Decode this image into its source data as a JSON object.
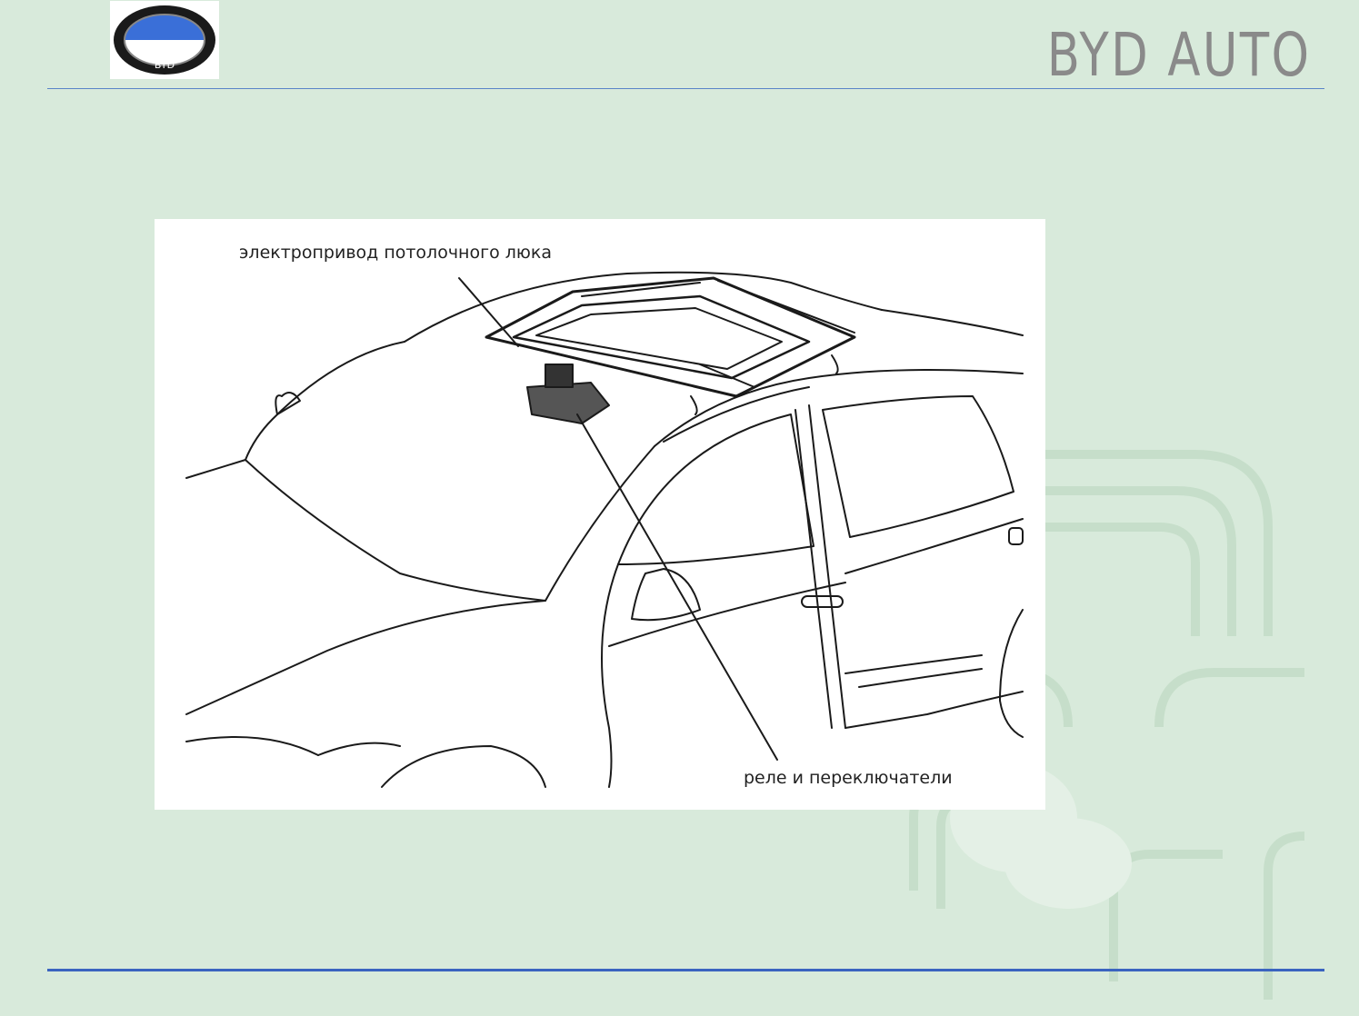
{
  "header": {
    "logo_text": "BYD",
    "brand_title": "BYD AUTO"
  },
  "figure": {
    "label_motor": "электропривод потолочного люка",
    "label_relay": "реле и переключатели"
  },
  "colors": {
    "background": "#d8eadb",
    "rule": "#3a64c0",
    "brand_text": "#8a8a8a",
    "logo_blue": "#3a6fd8"
  }
}
